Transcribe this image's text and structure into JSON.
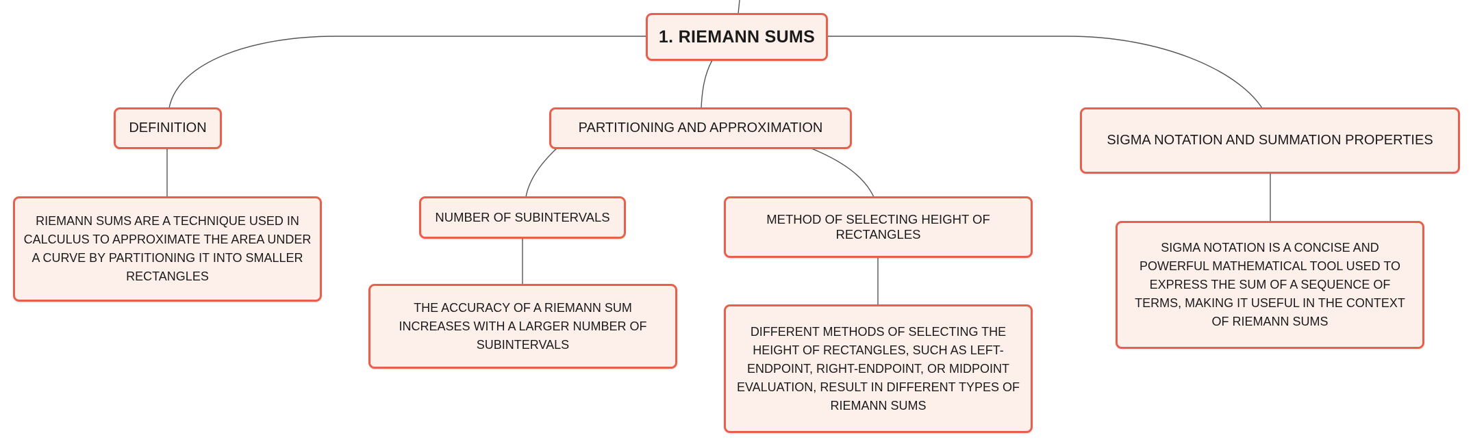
{
  "root": {
    "label": "1. RIEMANN SUMS"
  },
  "topics": {
    "definition": {
      "label": "DEFINITION",
      "detail": "RIEMANN SUMS ARE A TECHNIQUE USED IN CALCULUS TO APPROXIMATE THE AREA UNDER A CURVE BY PARTITIONING IT INTO SMALLER RECTANGLES"
    },
    "partitioning": {
      "label": "PARTITIONING AND APPROXIMATION",
      "subintervals": {
        "label": "NUMBER OF SUBINTERVALS",
        "detail": "THE ACCURACY OF A RIEMANN SUM INCREASES WITH A LARGER NUMBER OF SUBINTERVALS"
      },
      "height_method": {
        "label": "METHOD OF SELECTING HEIGHT OF RECTANGLES",
        "detail": "DIFFERENT METHODS OF SELECTING THE HEIGHT OF RECTANGLES, SUCH AS LEFT-ENDPOINT, RIGHT-ENDPOINT, OR MIDPOINT EVALUATION, RESULT IN DIFFERENT TYPES OF RIEMANN SUMS"
      }
    },
    "sigma": {
      "label": "SIGMA NOTATION AND SUMMATION PROPERTIES",
      "detail": "SIGMA NOTATION IS A CONCISE AND POWERFUL MATHEMATICAL TOOL USED TO EXPRESS THE SUM OF A SEQUENCE OF TERMS, MAKING IT USEFUL IN THE CONTEXT OF RIEMANN SUMS"
    }
  },
  "colors": {
    "node_border": "#e8604c",
    "node_fill": "#fdf0eb",
    "connector": "#555555",
    "text": "#1a1a1a"
  }
}
